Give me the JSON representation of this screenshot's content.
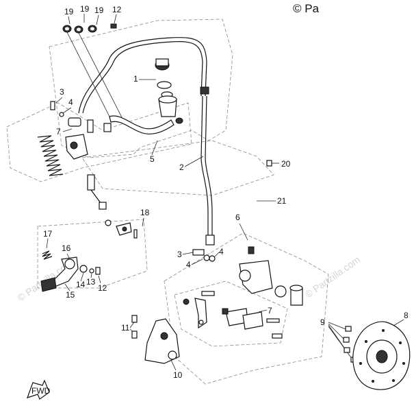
{
  "watermark": {
    "top_right": "© Pa",
    "faint_left": "© Partzilla.com",
    "faint_right": "© Partzilla.com"
  },
  "callouts": [
    "19",
    "19",
    "19",
    "12",
    "1",
    "3",
    "4",
    "7",
    "5",
    "2",
    "20",
    "21",
    "18",
    "6",
    "17",
    "16",
    "3",
    "4",
    "4",
    "14",
    "13",
    "12",
    "15",
    "7",
    "11",
    "9",
    "8",
    "10"
  ],
  "fwd_arrow": "FWD"
}
